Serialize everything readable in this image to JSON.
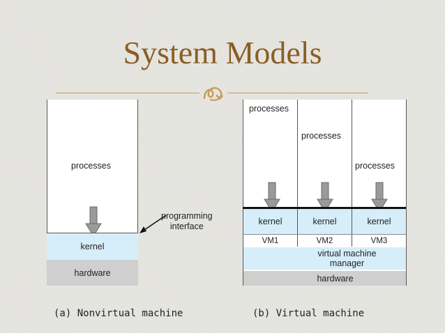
{
  "title": "System Models",
  "ornament_icon": "swirl-ornament-icon",
  "left": {
    "processes": "processes",
    "kernel": "kernel",
    "hardware": "hardware",
    "caption": "(a) Nonvirtual machine"
  },
  "interface_label_line1": "programming",
  "interface_label_line2": "interface",
  "right": {
    "processes": [
      "processes",
      "processes",
      "processes"
    ],
    "kernels": [
      "kernel",
      "kernel",
      "kernel"
    ],
    "vms": [
      "VM1",
      "VM2",
      "VM3"
    ],
    "vmm_line1": "virtual machine",
    "vmm_line2": "manager",
    "hardware": "hardware",
    "caption": "(b) Virtual machine"
  },
  "colors": {
    "title": "#8a5e24",
    "kernel": "#d6eefa",
    "hardware": "#cfcfd0",
    "rule": "#c89a56"
  }
}
